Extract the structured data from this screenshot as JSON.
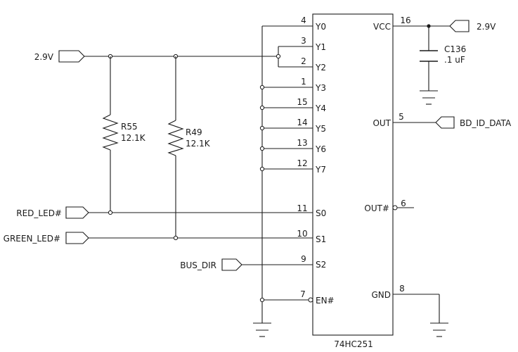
{
  "chip": {
    "part": "74HC251",
    "pins": {
      "y0": {
        "num": "4",
        "name": "Y0"
      },
      "y1": {
        "num": "3",
        "name": "Y1"
      },
      "y2": {
        "num": "2",
        "name": "Y2"
      },
      "y3": {
        "num": "1",
        "name": "Y3"
      },
      "y4": {
        "num": "15",
        "name": "Y4"
      },
      "y5": {
        "num": "14",
        "name": "Y5"
      },
      "y6": {
        "num": "13",
        "name": "Y6"
      },
      "y7": {
        "num": "12",
        "name": "Y7"
      },
      "s0": {
        "num": "11",
        "name": "S0"
      },
      "s1": {
        "num": "10",
        "name": "S1"
      },
      "s2": {
        "num": "9",
        "name": "S2"
      },
      "en": {
        "num": "7",
        "name": "EN#"
      },
      "vcc": {
        "num": "16",
        "name": "VCC"
      },
      "out": {
        "num": "5",
        "name": "OUT"
      },
      "outn": {
        "num": "6",
        "name": "OUT#"
      },
      "gnd": {
        "num": "8",
        "name": "GND"
      }
    }
  },
  "nets": {
    "left_supply": "2.9V",
    "right_supply": "2.9V",
    "red_led": "RED_LED#",
    "green_led": "GREEN_LED#",
    "bus_dir": "BUS_DIR",
    "bd_id_data": "BD_ID_DATA"
  },
  "components": {
    "r55": {
      "ref": "R55",
      "value": "12.1K"
    },
    "r49": {
      "ref": "R49",
      "value": "12.1K"
    },
    "c136": {
      "ref": "C136",
      "value": ".1 uF"
    }
  }
}
